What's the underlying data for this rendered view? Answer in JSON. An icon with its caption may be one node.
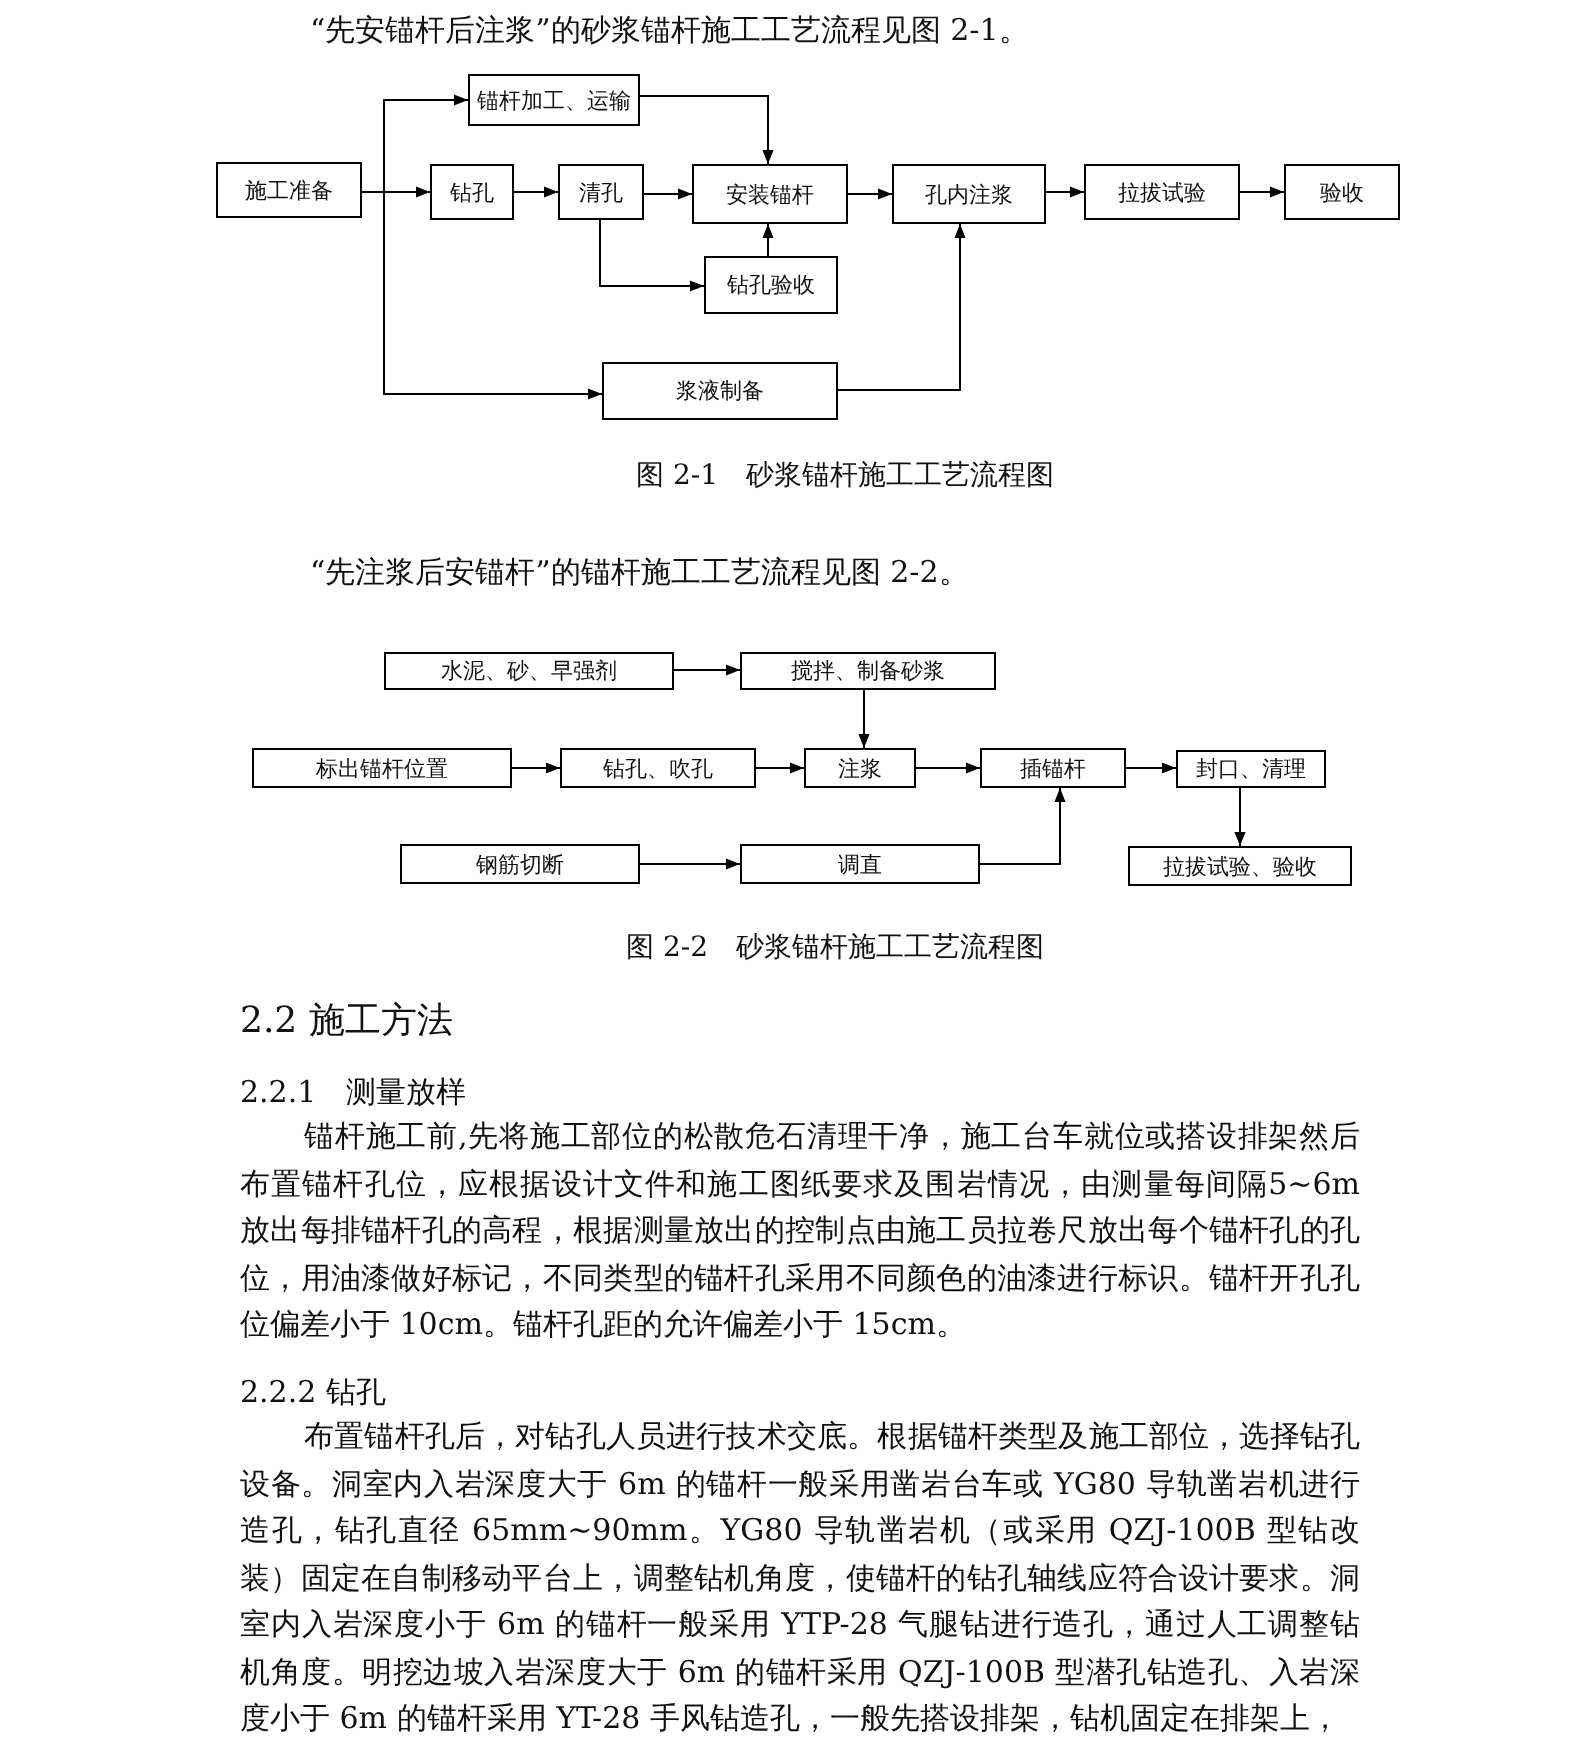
{
  "diagram": {
    "nodes": [
      {
        "text": [
          "施工准备"
        ]
      },
      {
        "text": [
          "锚杆加工、运输"
        ]
      },
      {
        "text": [
          "钻孔"
        ]
      },
      {
        "text": [
          "清孔"
        ]
      },
      {
        "text": [
          "安装锚杆"
        ]
      },
      {
        "text": [
          "孔内注浆"
        ]
      },
      {
        "text": [
          "拉拔试验"
        ]
      },
      {
        "text": [
          "验收"
        ]
      },
      {
        "text": [
          "钻孔验收"
        ]
      },
      {
        "text": [
          "浆液制备"
        ]
      },
      {
        "text": [
          "水泥、砂、早强剂"
        ]
      },
      {
        "text": [
          "搅拌、制备砂浆"
        ]
      },
      {
        "text": [
          "标出锚杆位置"
        ]
      },
      {
        "text": [
          "钻孔、吹孔"
        ]
      },
      {
        "text": [
          "注浆"
        ]
      },
      {
        "text": [
          "插锚杆"
        ]
      },
      {
        "text": [
          "封口、清理"
        ]
      },
      {
        "text": [
          "钢筋切断"
        ]
      },
      {
        "text": [
          "调直"
        ]
      },
      {
        "text": [
          "拉拔试验、验收"
        ]
      }
    ],
    "edges": [
      {
        "from": 0,
        "to": 2,
        "arrow": "to"
      },
      {
        "from": 0,
        "to": 1,
        "arrow": "to"
      },
      {
        "from": 0,
        "to": 9,
        "arrow": "to"
      },
      {
        "from": 2,
        "to": 3,
        "arrow": "to"
      },
      {
        "from": 3,
        "to": 4,
        "arrow": "to"
      },
      {
        "from": 4,
        "to": 5,
        "arrow": "to"
      },
      {
        "from": 5,
        "to": 6,
        "arrow": "to"
      },
      {
        "from": 6,
        "to": 7,
        "arrow": "to"
      },
      {
        "from": 1,
        "to": 4,
        "arrow": "to"
      },
      {
        "from": 3,
        "to": 8,
        "arrow": "to"
      },
      {
        "from": 8,
        "to": 4,
        "arrow": "to"
      },
      {
        "from": 9,
        "to": 5,
        "arrow": "to"
      },
      {
        "from": 10,
        "to": 11,
        "arrow": "to"
      },
      {
        "from": 11,
        "to": 14,
        "arrow": "to"
      },
      {
        "from": 12,
        "to": 13,
        "arrow": "to"
      },
      {
        "from": 13,
        "to": 14,
        "arrow": "to"
      },
      {
        "from": 14,
        "to": 15,
        "arrow": "to"
      },
      {
        "from": 15,
        "to": 16,
        "arrow": "to"
      },
      {
        "from": 16,
        "to": 19,
        "arrow": "to"
      },
      {
        "from": 17,
        "to": 18,
        "arrow": "to"
      },
      {
        "from": 18,
        "to": 15,
        "arrow": "to"
      }
    ],
    "labels": [
      "“先安锚杆后注浆”的砂浆锚杆施工工艺流程见图 2-1。",
      "图 2-1　砂浆锚杆施工工艺流程图",
      "“先注浆后安锚杆”的锚杆施工工艺流程见图 2-2。",
      "图 2-2　砂浆锚杆施工工艺流程图",
      "2.2 施工方法",
      "2.2.1　测量放样",
      "锚杆施工前,先将施工部位的松散危石清理干净，施工台车就位或搭设排架然后布置锚杆孔位，应根据设计文件和施工图纸要求及围岩情况，由测量每间隔5~6m 放出每排锚杆孔的高程，根据测量放出的控制点由施工员拉卷尺放出每个锚杆孔的孔位，用油漆做好标记，不同类型的锚杆孔采用不同颜色的油漆进行标识。锚杆开孔孔位偏差小于 10cm。锚杆孔距的允许偏差小于 15cm。",
      "2.2.2 钻孔",
      "布置锚杆孔后，对钻孔人员进行技术交底。根据锚杆类型及施工部位，选择钻孔设备。洞室内入岩深度大于 6m 的锚杆一般采用凿岩台车或 YG80 导轨凿岩机进行造孔，钻孔直径 65mm~90mm。YG80 导轨凿岩机（或采用 QZJ-100B 型钻改装）固定在自制移动平台上，调整钻机角度，使锚杆的钻孔轴线应符合设计要求。洞室内入岩深度小于 6m 的锚杆一般采用 YTP-28 气腿钻进行造孔，通过人工调整钻机角度。明挖边坡入岩深度大于 6m 的锚杆采用 QZJ-100B 型潜孔钻造孔、入岩深度小于 6m 的锚杆采用 YT-28 手风钻造孔，一般先搭设排架，钻机固定在排架上，"
    ]
  }
}
